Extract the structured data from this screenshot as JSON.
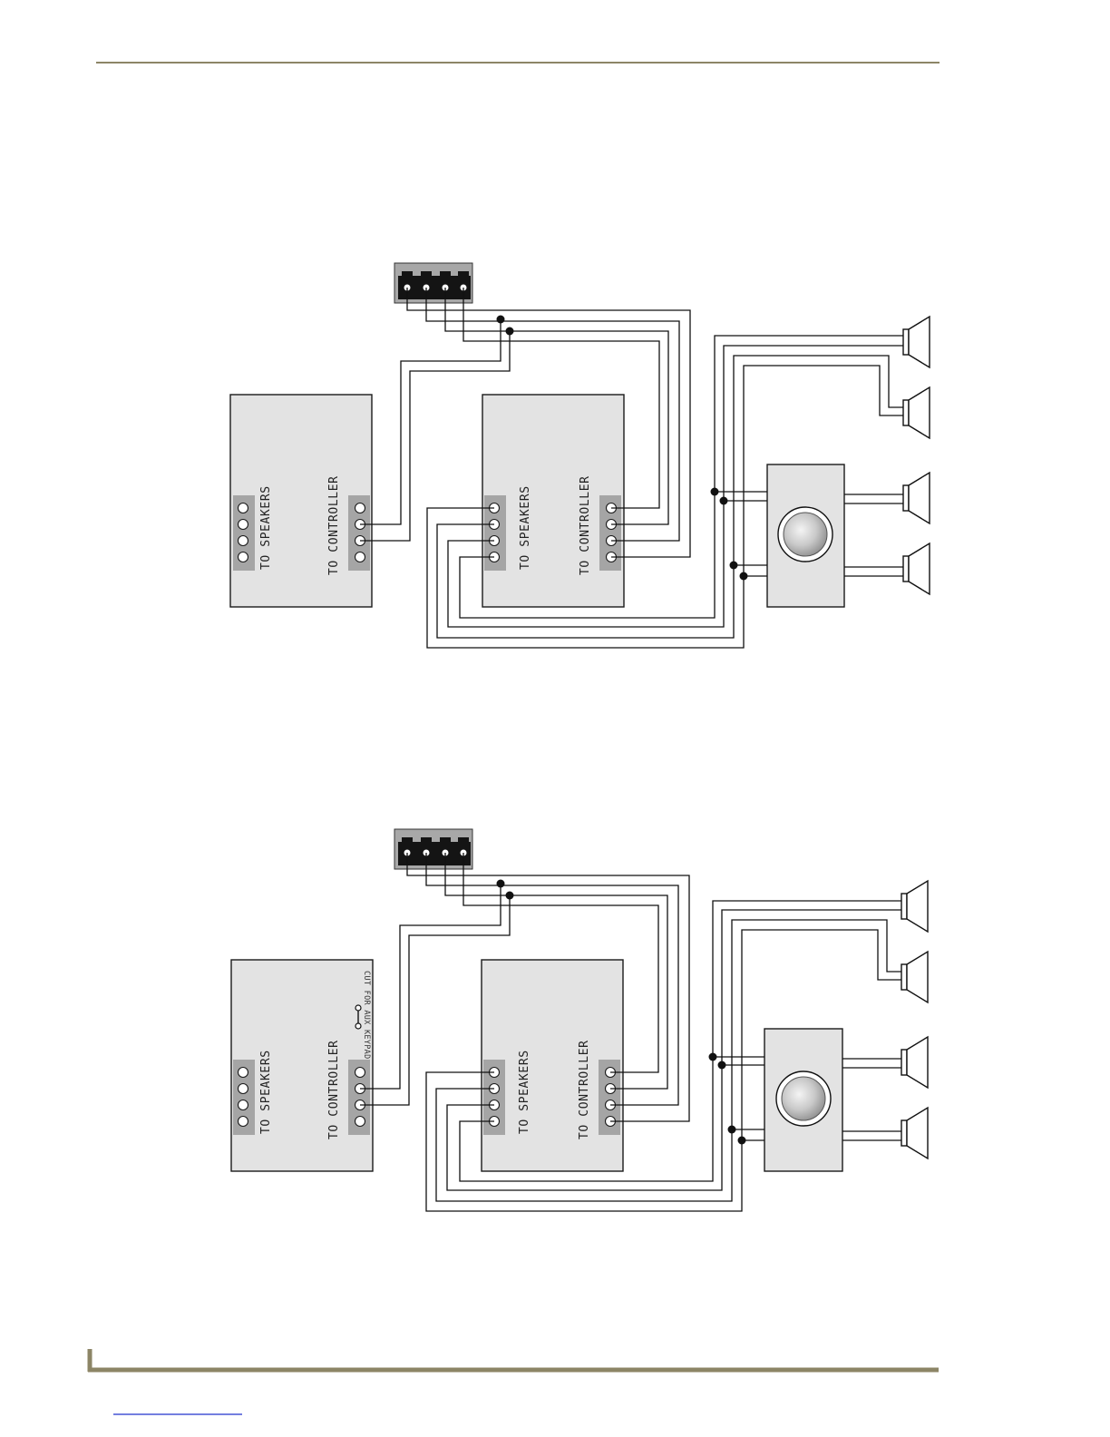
{
  "diagrams": [
    {
      "keypad_a": {
        "speakers_label": "TO SPEAKERS",
        "controller_label": "TO CONTROLLER"
      },
      "keypad_b": {
        "speakers_label": "TO SPEAKERS",
        "controller_label": "TO CONTROLLER"
      }
    },
    {
      "keypad_a": {
        "speakers_label": "TO SPEAKERS",
        "controller_label": "TO CONTROLLER",
        "jumper_label": "CUT FOR AUX KEYPAD"
      },
      "keypad_b": {
        "speakers_label": "TO SPEAKERS",
        "controller_label": "TO CONTROLLER"
      }
    }
  ],
  "colors": {
    "box_fill": "#e3e3e3",
    "terminal_fill": "#a5a5a5",
    "rule": "#8c8566"
  }
}
